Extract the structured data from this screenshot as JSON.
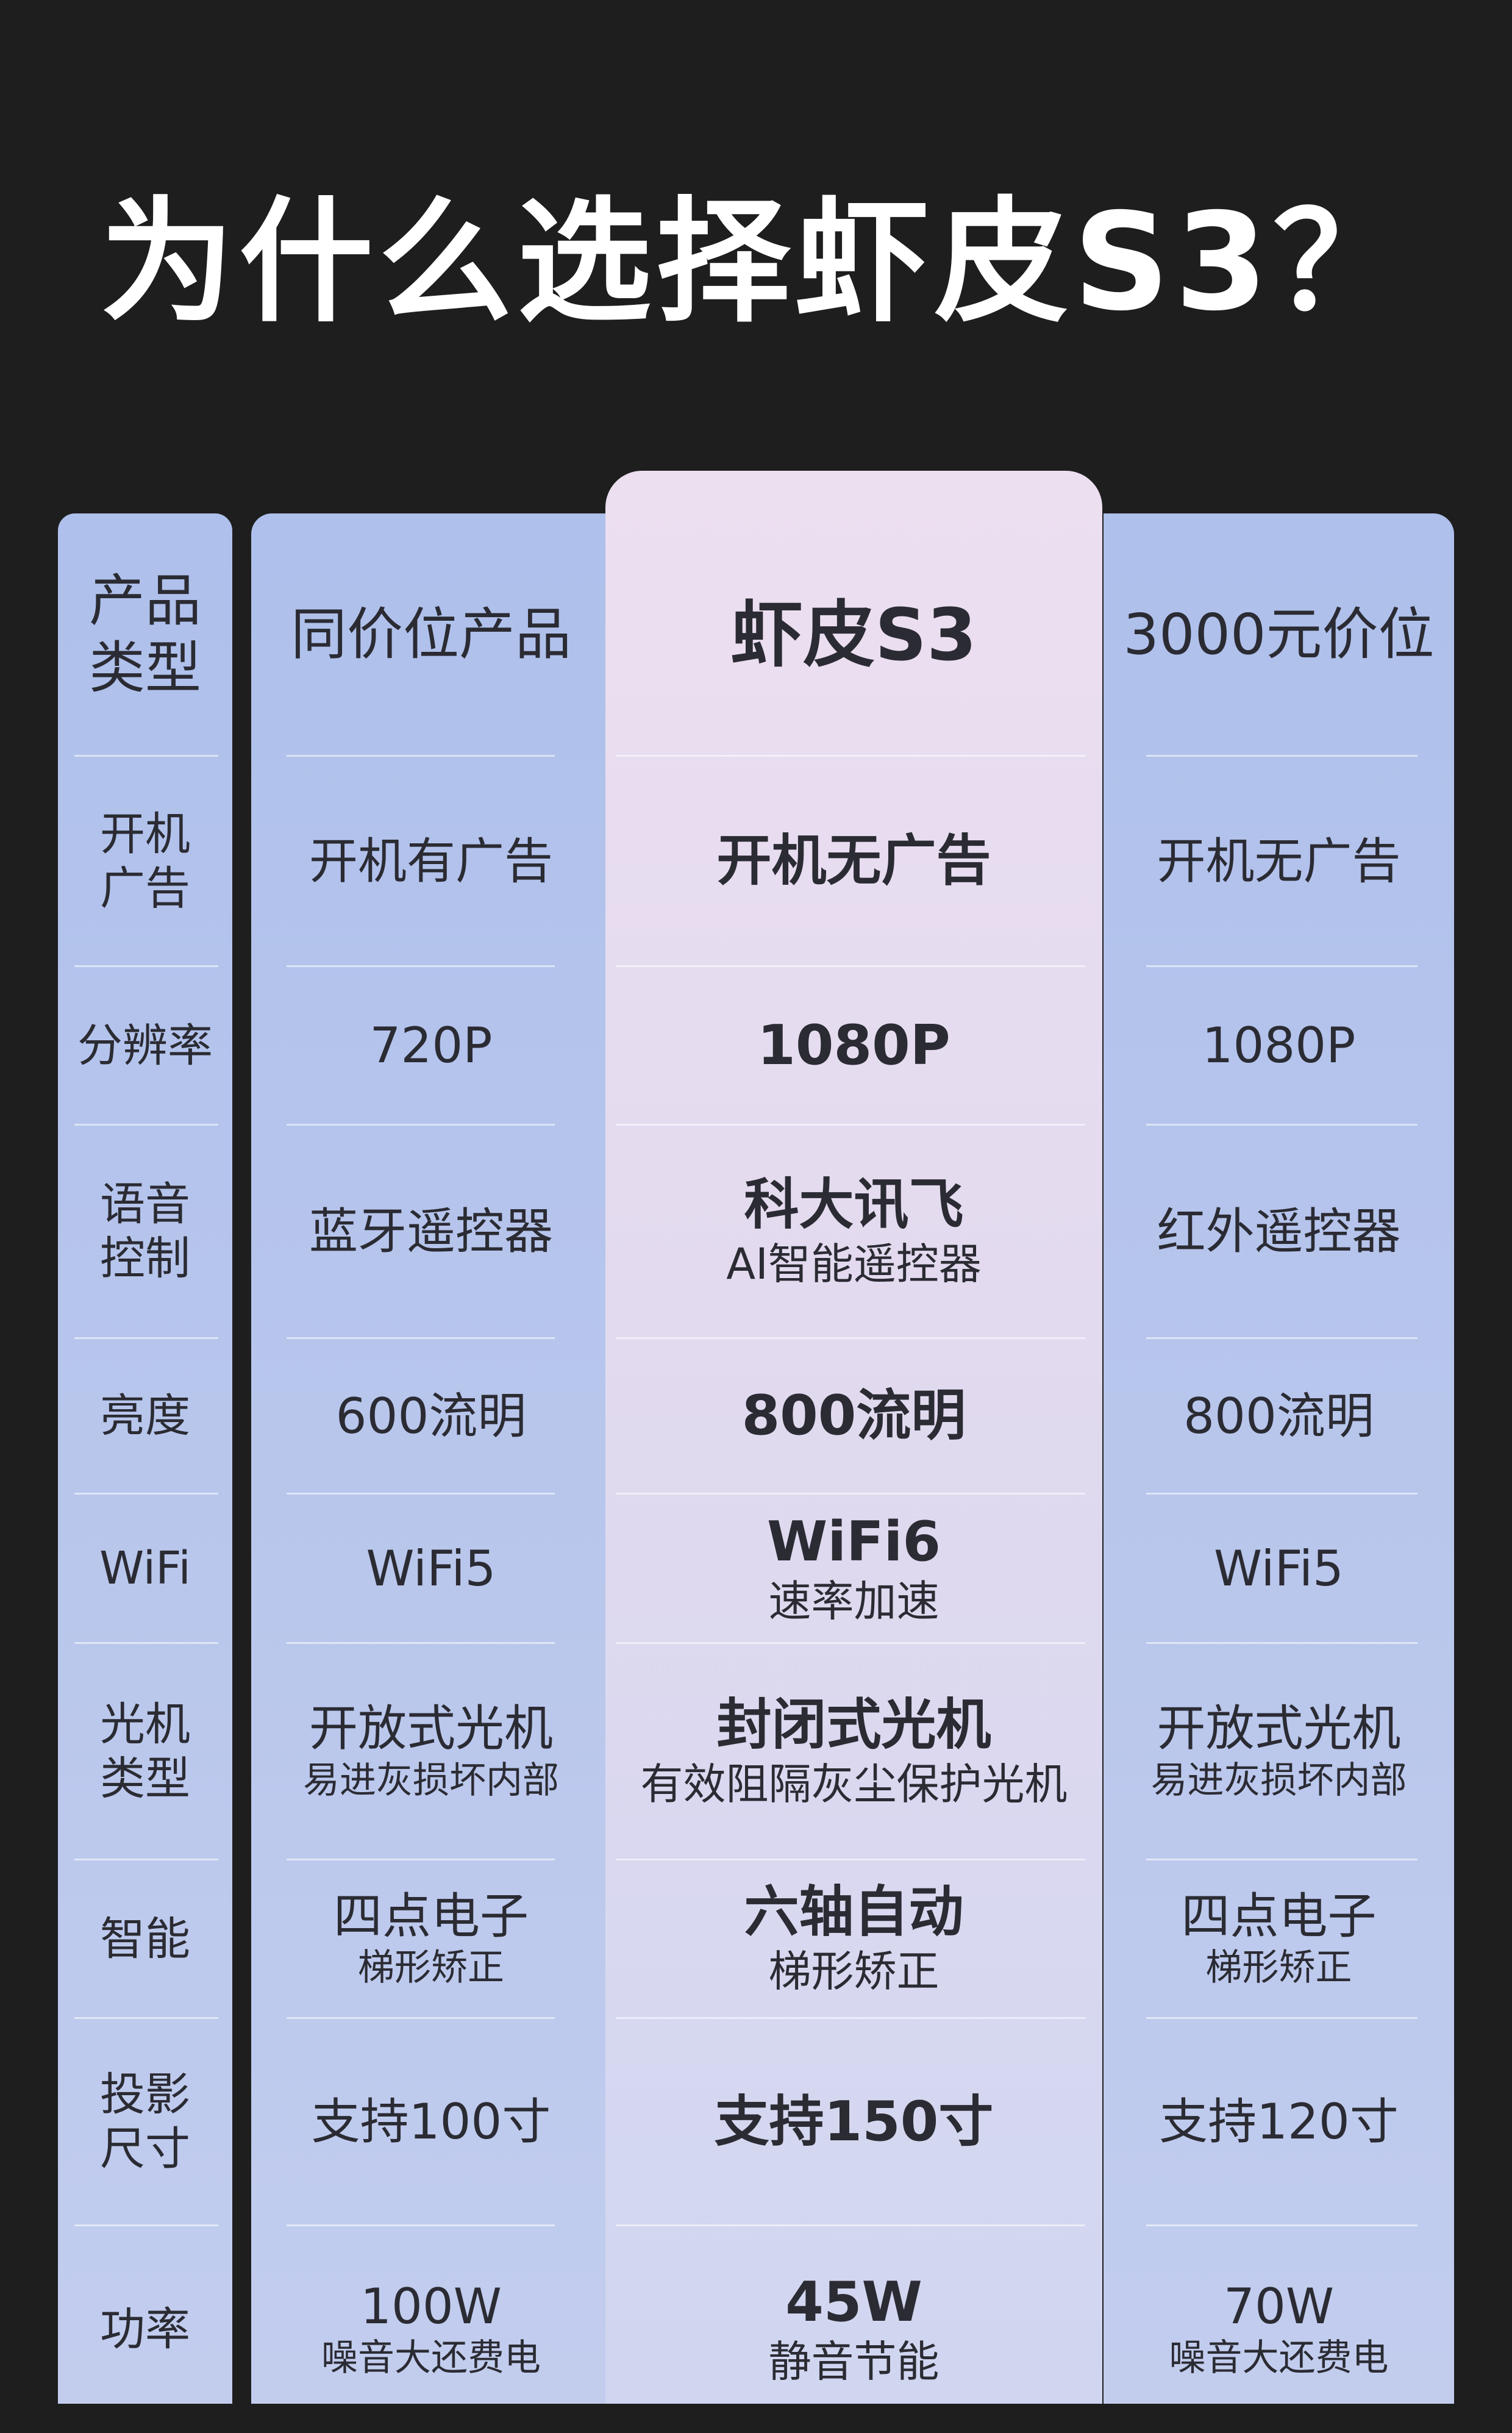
{
  "title": "为什么选择虾皮S3？",
  "rows": [
    {
      "label": "产品\n类型",
      "c1": {
        "main": "同价位产品"
      },
      "c2": {
        "main": "虾皮S3"
      },
      "c3": {
        "main": "3000元价位"
      }
    },
    {
      "label": "开机\n广告",
      "c1": {
        "main": "开机有广告"
      },
      "c2": {
        "main": "开机无广告"
      },
      "c3": {
        "main": "开机无广告"
      }
    },
    {
      "label": "分辨率",
      "c1": {
        "main": "720P"
      },
      "c2": {
        "main": "1080P"
      },
      "c3": {
        "main": "1080P"
      }
    },
    {
      "label": "语音\n控制",
      "c1": {
        "main": "蓝牙遥控器"
      },
      "c2": {
        "main": "科大讯飞",
        "sub": "AI智能遥控器"
      },
      "c3": {
        "main": "红外遥控器"
      }
    },
    {
      "label": "亮度",
      "c1": {
        "main": "600流明"
      },
      "c2": {
        "main": "800流明"
      },
      "c3": {
        "main": "800流明"
      }
    },
    {
      "label": "WiFi",
      "c1": {
        "main": "WiFi5"
      },
      "c2": {
        "main": "WiFi6",
        "sub": "速率加速"
      },
      "c3": {
        "main": "WiFi5"
      }
    },
    {
      "label": "光机\n类型",
      "c1": {
        "main": "开放式光机",
        "sub": "易进灰损坏内部"
      },
      "c2": {
        "main": "封闭式光机",
        "sub": "有效阻隔灰尘保护光机"
      },
      "c3": {
        "main": "开放式光机",
        "sub": "易进灰损坏内部"
      }
    },
    {
      "label": "智能",
      "c1": {
        "main": "四点电子",
        "sub": "梯形矫正"
      },
      "c2": {
        "main": "六轴自动",
        "sub": "梯形矫正"
      },
      "c3": {
        "main": "四点电子",
        "sub": "梯形矫正"
      }
    },
    {
      "label": "投影\n尺寸",
      "c1": {
        "main": "支持100寸"
      },
      "c2": {
        "main": "支持150寸"
      },
      "c3": {
        "main": "支持120寸"
      }
    },
    {
      "label": "功率",
      "c1": {
        "main": "100W",
        "sub": "噪音大还费电"
      },
      "c2": {
        "main": "45W",
        "sub": "静音节能"
      },
      "c3": {
        "main": "70W",
        "sub": "噪音大还费电"
      }
    }
  ]
}
